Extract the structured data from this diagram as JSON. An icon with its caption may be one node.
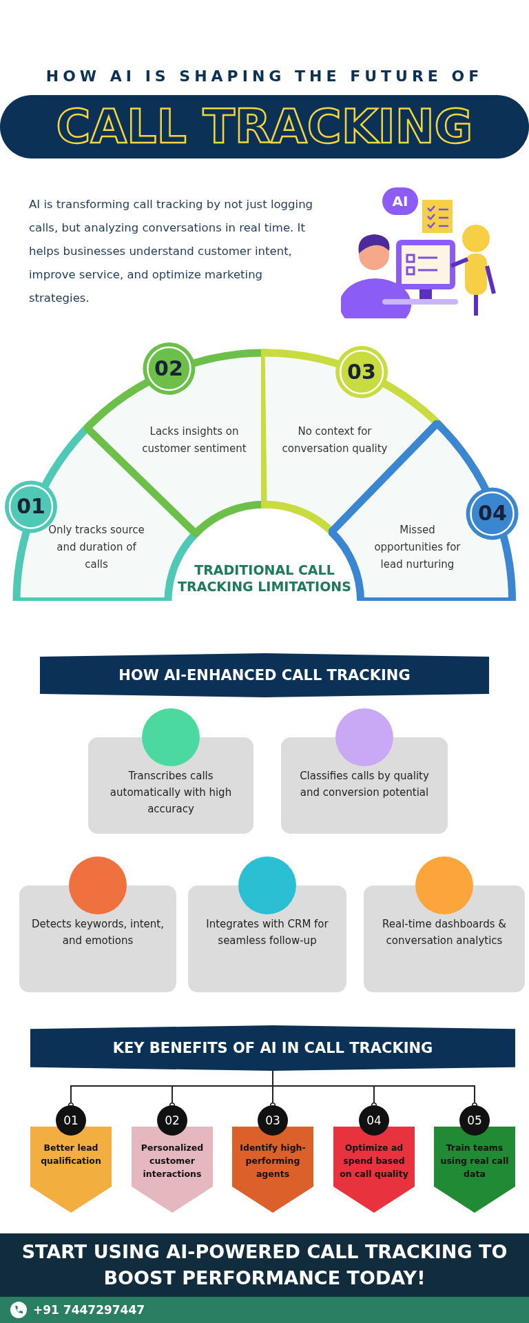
{
  "diagram": {
    "title": "CALL TRACKING",
    "nodes": [
      {
        "text": [
          "01",
          "Only tracks source and duration of calls"
        ]
      },
      {
        "text": [
          "02",
          "Lacks insights on customer sentiment"
        ]
      },
      {
        "text": [
          "03",
          "No context for conversation quality"
        ]
      },
      {
        "text": [
          "04",
          "Missed opportunities for lead nurturing"
        ]
      },
      {
        "text": [
          "HOW AI-ENHANCED CALL TRACKING"
        ]
      },
      {
        "text": [
          "Transcribes calls automatically with high accuracy"
        ]
      },
      {
        "text": [
          "Classifies calls by quality and conversion potential"
        ]
      },
      {
        "text": [
          "Detects keywords, intent, and emotions"
        ]
      },
      {
        "text": [
          "Integrates with CRM for seamless follow-up"
        ]
      },
      {
        "text": [
          "Real-time dashboards & conversation analytics"
        ]
      },
      {
        "text": [
          "KEY BENEFITS OF AI IN CALL TRACKING"
        ]
      },
      {
        "text": [
          "01",
          "Better lead qualification"
        ]
      },
      {
        "text": [
          "02",
          "Personalized customer interactions"
        ]
      },
      {
        "text": [
          "03",
          "Identify high-performing agents"
        ]
      },
      {
        "text": [
          "04",
          "Optimize ad spend based on call quality"
        ]
      },
      {
        "text": [
          "05",
          "Train teams using real call data"
        ]
      },
      {
        "text": [
          "START USING AI-POWERED CALL TRACKING TO BOOST PERFORMANCE TODAY!"
        ]
      }
    ],
    "edges": [
      {
        "from": 10,
        "to": 11,
        "arrow": "other"
      },
      {
        "from": 10,
        "to": 12,
        "arrow": "other"
      },
      {
        "from": 10,
        "to": 13,
        "arrow": "other"
      },
      {
        "from": 10,
        "to": 14,
        "arrow": "other"
      },
      {
        "from": 10,
        "to": 15,
        "arrow": "other"
      }
    ],
    "labels": [
      "HOW AI IS SHAPING THE FUTURE OF",
      "AI is transforming call tracking by not just logging calls, but analyzing conversations in real time. It helps businesses understand customer intent, improve service, and optimize marketing strategies.",
      "AI",
      "TRADITIONAL CALL TRACKING LIMITATIONS",
      "+91 7447297447"
    ]
  }
}
